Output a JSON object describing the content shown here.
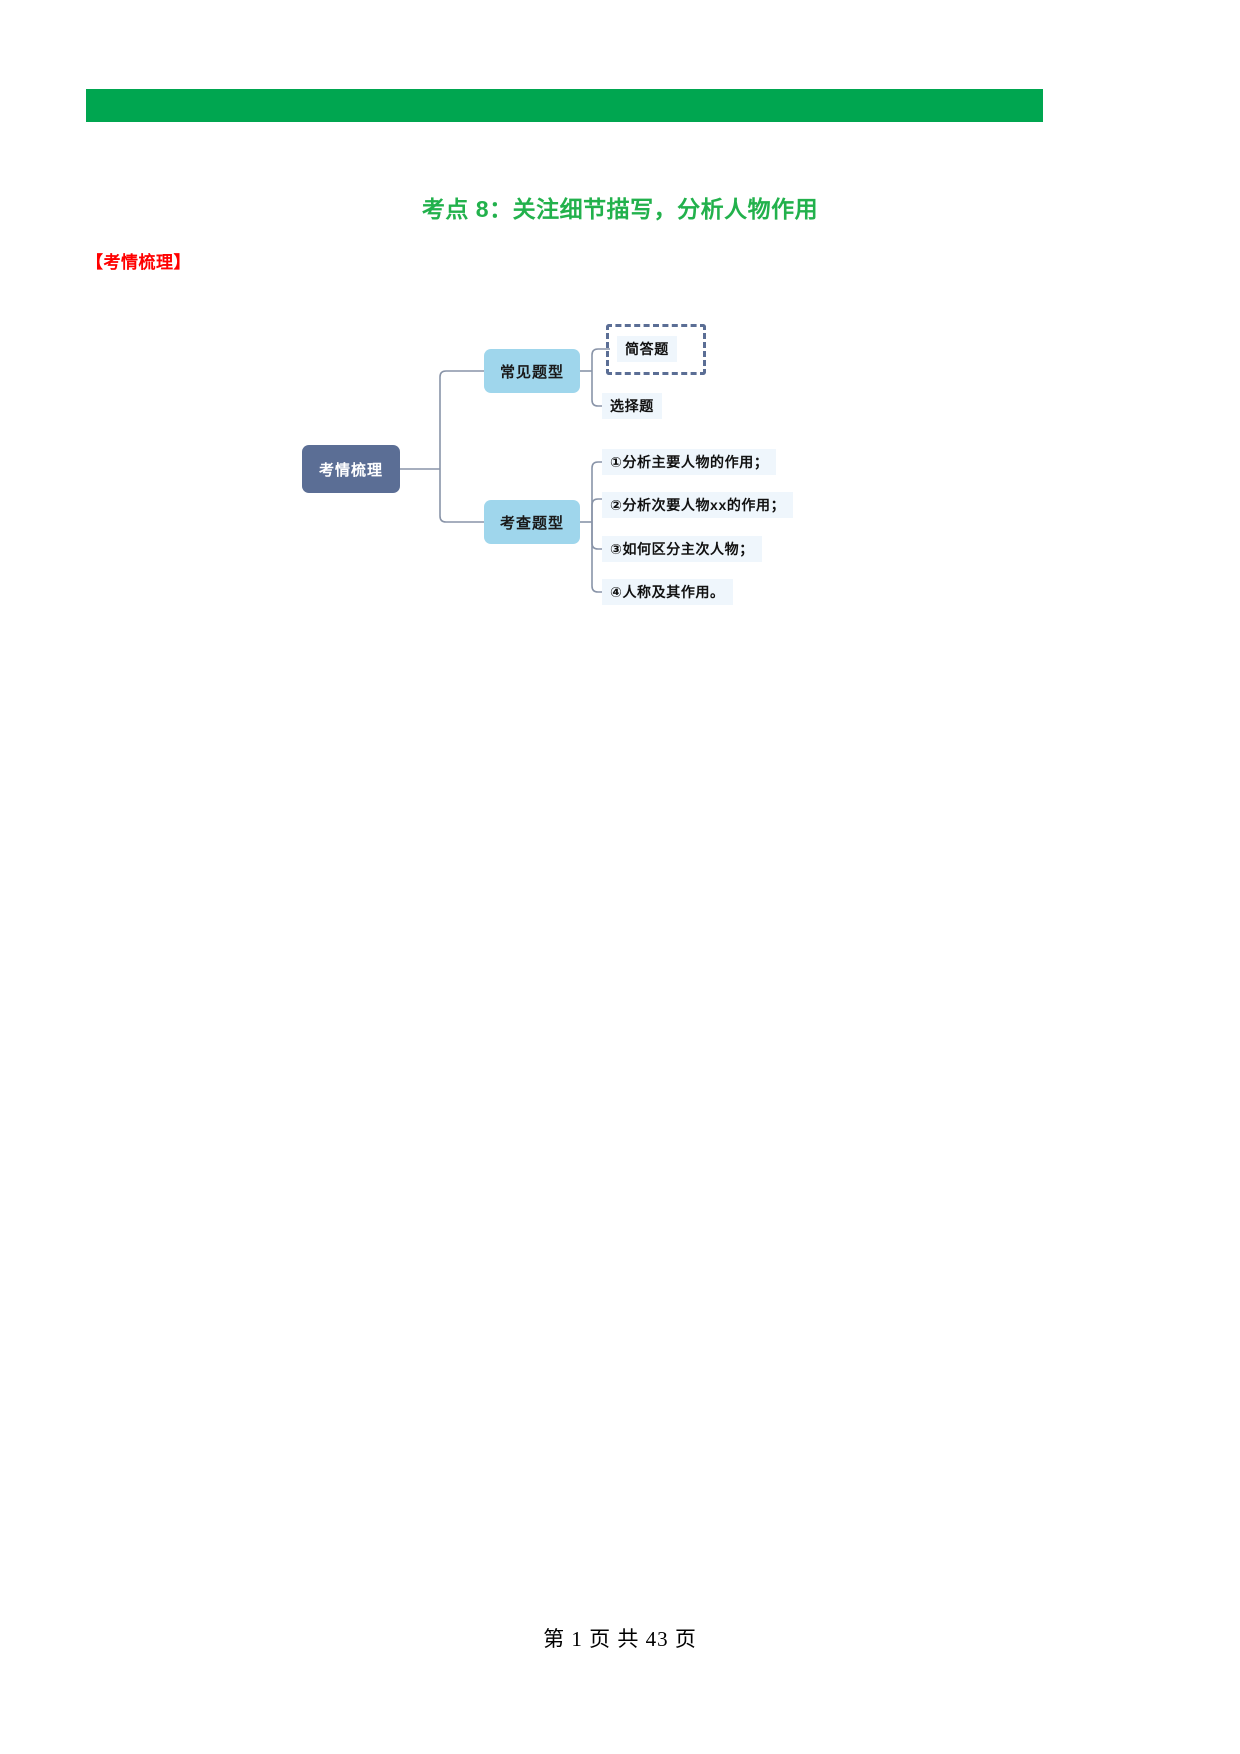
{
  "document": {
    "banner_color": "#00A650",
    "title": "考点 8：关注细节描写，分析人物作用",
    "title_color": "#22B14C",
    "section_label": "【考情梳理】",
    "section_label_color": "#FF0000",
    "footer": "第 1 页 共 43 页"
  },
  "mindmap": {
    "root": {
      "label": "考情梳理",
      "fill": "#5B6E95",
      "text_color": "#FFFFFF"
    },
    "branch_fill": "#9FD6EC",
    "leaf_fill": "#EFF6FC",
    "connector_color": "#8994A8",
    "selection_border_color": "#5B6E95",
    "branches": [
      {
        "label": "常见题型",
        "leaves": [
          {
            "label": "简答题",
            "selected": true
          },
          {
            "label": "选择题",
            "selected": false
          }
        ]
      },
      {
        "label": "考查题型",
        "leaves": [
          {
            "label": "①分析主要人物的作用；",
            "selected": false
          },
          {
            "label": "②分析次要人物xx的作用；",
            "selected": false
          },
          {
            "label": "③如何区分主次人物；",
            "selected": false
          },
          {
            "label": "④人称及其作用。",
            "selected": false
          }
        ]
      }
    ]
  }
}
